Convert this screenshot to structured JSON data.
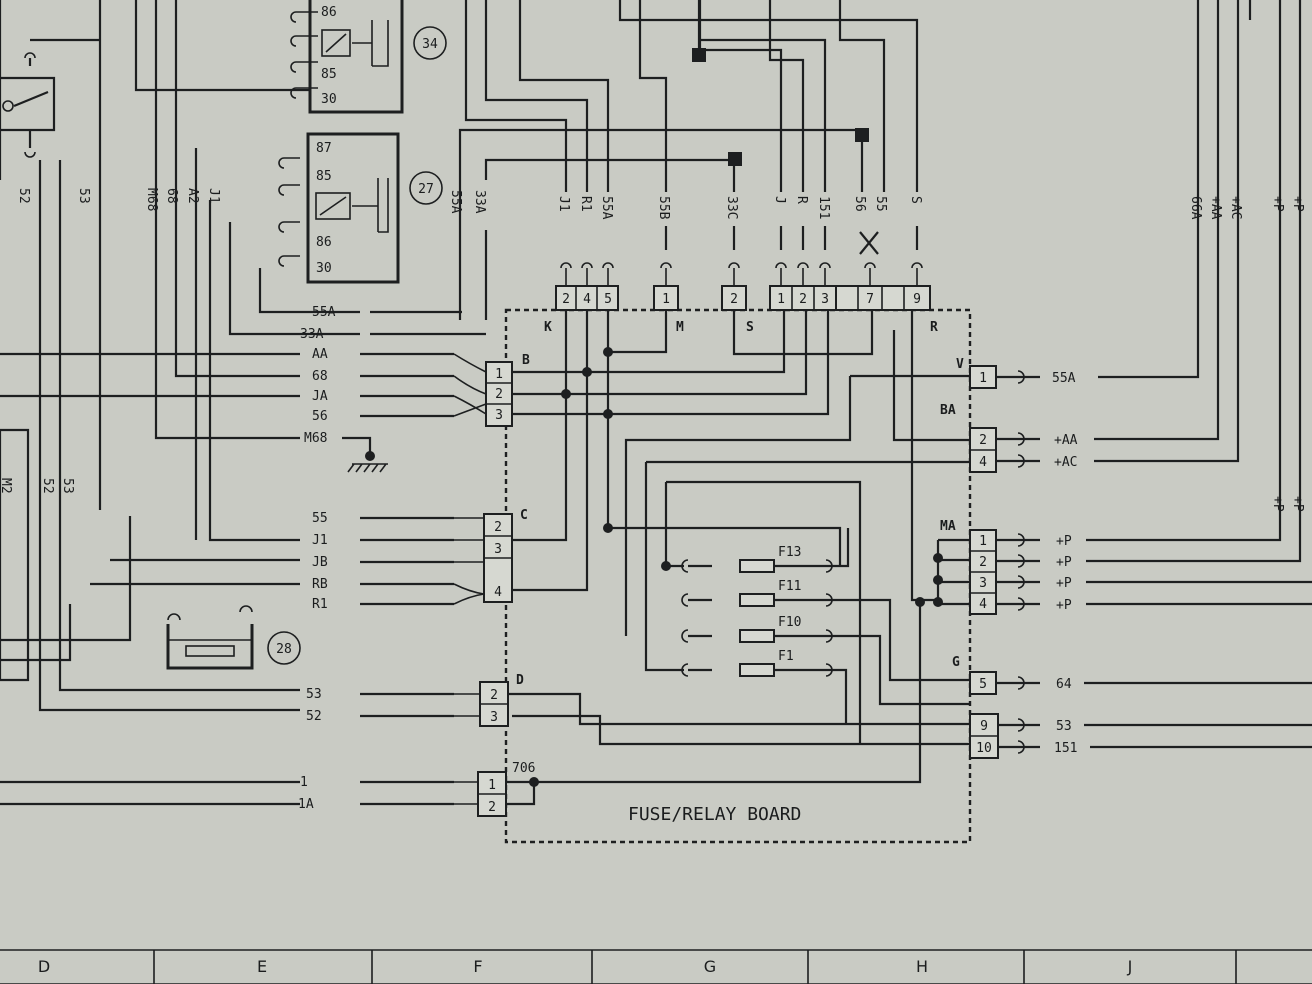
{
  "board": {
    "title": "FUSE/RELAY BOARD",
    "splice": "706",
    "connectors": [
      "K",
      "M",
      "S",
      "R",
      "B",
      "C",
      "D",
      "V",
      "BA",
      "MA",
      "G"
    ],
    "fuses": [
      "F13",
      "F11",
      "F10",
      "F1"
    ]
  },
  "components": [
    "34",
    "27",
    "28"
  ],
  "relay_34_pins": [
    "86",
    "85",
    "30"
  ],
  "relay_27_pins": [
    "87",
    "85",
    "86",
    "30"
  ],
  "top_wires": [
    "J1",
    "R1",
    "55A",
    "55B",
    "33C",
    "J",
    "R",
    "151",
    "56",
    "55",
    "S"
  ],
  "top_pins": [
    "2",
    "4",
    "5",
    "1",
    "2",
    "1",
    "2",
    "3",
    "7",
    "9"
  ],
  "upper_left_wires": [
    "52",
    "53",
    "M68",
    "68",
    "A2",
    "J1",
    "55A",
    "33A"
  ],
  "left_wires": [
    "55A",
    "33A",
    "AA",
    "68",
    "JA",
    "56",
    "M68",
    "55",
    "J1",
    "JB",
    "RB",
    "R1",
    "53",
    "52",
    "1",
    "1A"
  ],
  "left_pins": {
    "B": [
      "1",
      "2",
      "3"
    ],
    "C": [
      "2",
      "3",
      "4"
    ],
    "D": [
      "2",
      "3"
    ],
    "bottom": [
      "1",
      "2"
    ]
  },
  "lower_left_wires": [
    "M2",
    "52",
    "53"
  ],
  "right_wires": [
    "55A",
    "+AA",
    "+AC",
    "+P",
    "+P",
    "+P",
    "+P",
    "64",
    "53",
    "151"
  ],
  "right_pins": [
    "1",
    "2",
    "4",
    "1",
    "2",
    "3",
    "4",
    "5",
    "9",
    "10"
  ],
  "far_right_wires": [
    "66A",
    "+AA",
    "+AC",
    "+P",
    "+P",
    "+P",
    "+P"
  ],
  "grid_columns": [
    "D",
    "E",
    "F",
    "G",
    "H",
    "J"
  ]
}
